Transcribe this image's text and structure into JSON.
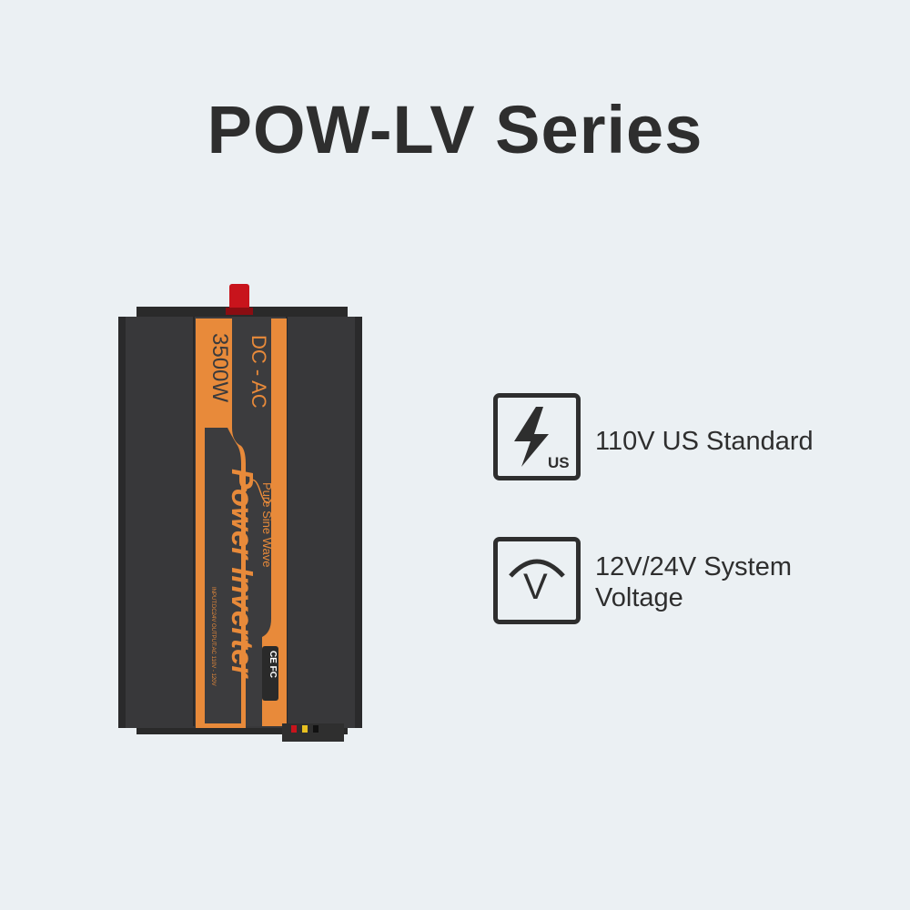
{
  "title": "POW-LV Series",
  "product": {
    "power": "3500W",
    "type": "DC - AC",
    "waveform": "Pure Sine Wave",
    "name": "Power Inverter",
    "input": "INPUT:DC24V",
    "output": "OUTPUT:AC 110V - 120V",
    "certifications": "CE FC"
  },
  "features": [
    {
      "icon": "lightning-us-icon",
      "badge": "US",
      "label": "110V US Standard"
    },
    {
      "icon": "voltage-v-icon",
      "badge": "V",
      "label": "12V/24V System Voltage"
    }
  ],
  "colors": {
    "accent": "#e88a3a",
    "body": "#3a3a3c",
    "text": "#2e2e2e"
  }
}
